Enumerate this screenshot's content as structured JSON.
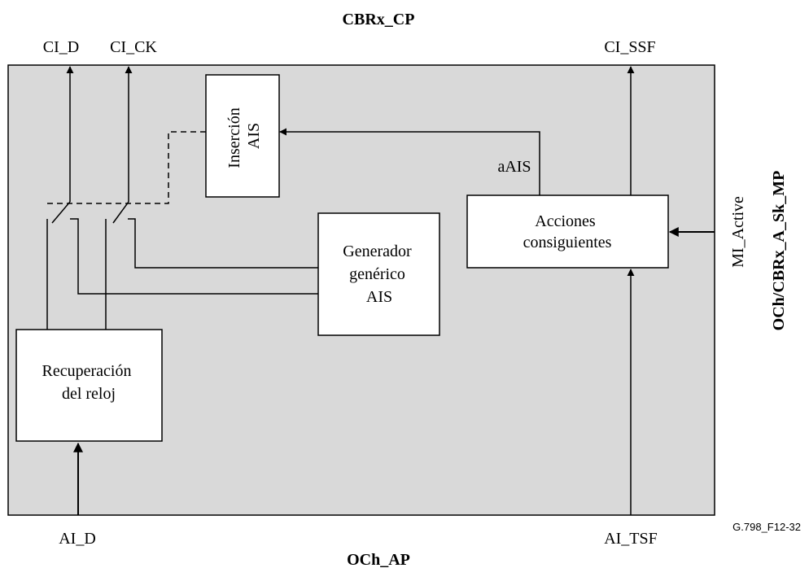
{
  "diagram": {
    "title_top": "CBRx_CP",
    "title_bottom": "OCh_AP",
    "right_side_title": "OCh/CBRx_A_Sk_MP",
    "right_side_signal": "MI_Active",
    "figure_id": "G.798_F12-32",
    "colors": {
      "panel_fill": "#d9d9d9",
      "box_fill": "#ffffff",
      "line": "#000000"
    }
  },
  "outputs": {
    "ci_d": "CI_D",
    "ci_ck": "CI_CK",
    "ci_ssf": "CI_SSF"
  },
  "inputs": {
    "ai_d": "AI_D",
    "ai_tsf": "AI_TSF"
  },
  "signals": {
    "aais": "aAIS"
  },
  "blocks": {
    "insercion_ais": [
      "Inserción",
      "AIS"
    ],
    "generador": [
      "Generador",
      "genérico",
      "AIS"
    ],
    "acciones": [
      "Acciones",
      "consiguientes"
    ],
    "recuperacion": [
      "Recuperación",
      "del reloj"
    ]
  }
}
